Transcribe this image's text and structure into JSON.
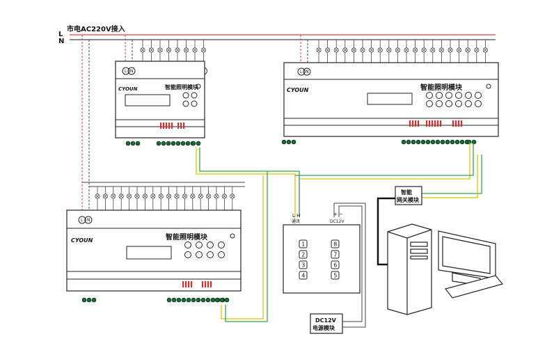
{
  "mains": {
    "label": "市电AC220V接入",
    "line_l": "L",
    "line_n": "N",
    "color_l": "#d94040",
    "color_n": "#444444"
  },
  "modules": [
    {
      "brand": "CYOUN",
      "title": "智能照明模块",
      "terminal_l": "L",
      "terminal_n": "N"
    },
    {
      "brand": "CYOUN",
      "title": "智能照明模块",
      "terminal_l": "L",
      "terminal_n": "N"
    },
    {
      "brand": "CYOUN",
      "title": "智能照明模块",
      "terminal_l": "L",
      "terminal_n": "N"
    }
  ],
  "panel": {
    "comm_label": "通讯",
    "comm_terminals": "L H",
    "power_label": "DC12V",
    "power_polarity": "+ −",
    "buttons": [
      "1",
      "2",
      "3",
      "4",
      "8",
      "7",
      "6",
      "5"
    ]
  },
  "gateway": {
    "line1": "智能",
    "line2": "网关模块"
  },
  "psu": {
    "line1": "DC12V",
    "line2": "电源模块"
  },
  "bus_colors": {
    "yellow": "#d8c800",
    "green": "#3aa34a",
    "blue": "#3a6fd0"
  }
}
